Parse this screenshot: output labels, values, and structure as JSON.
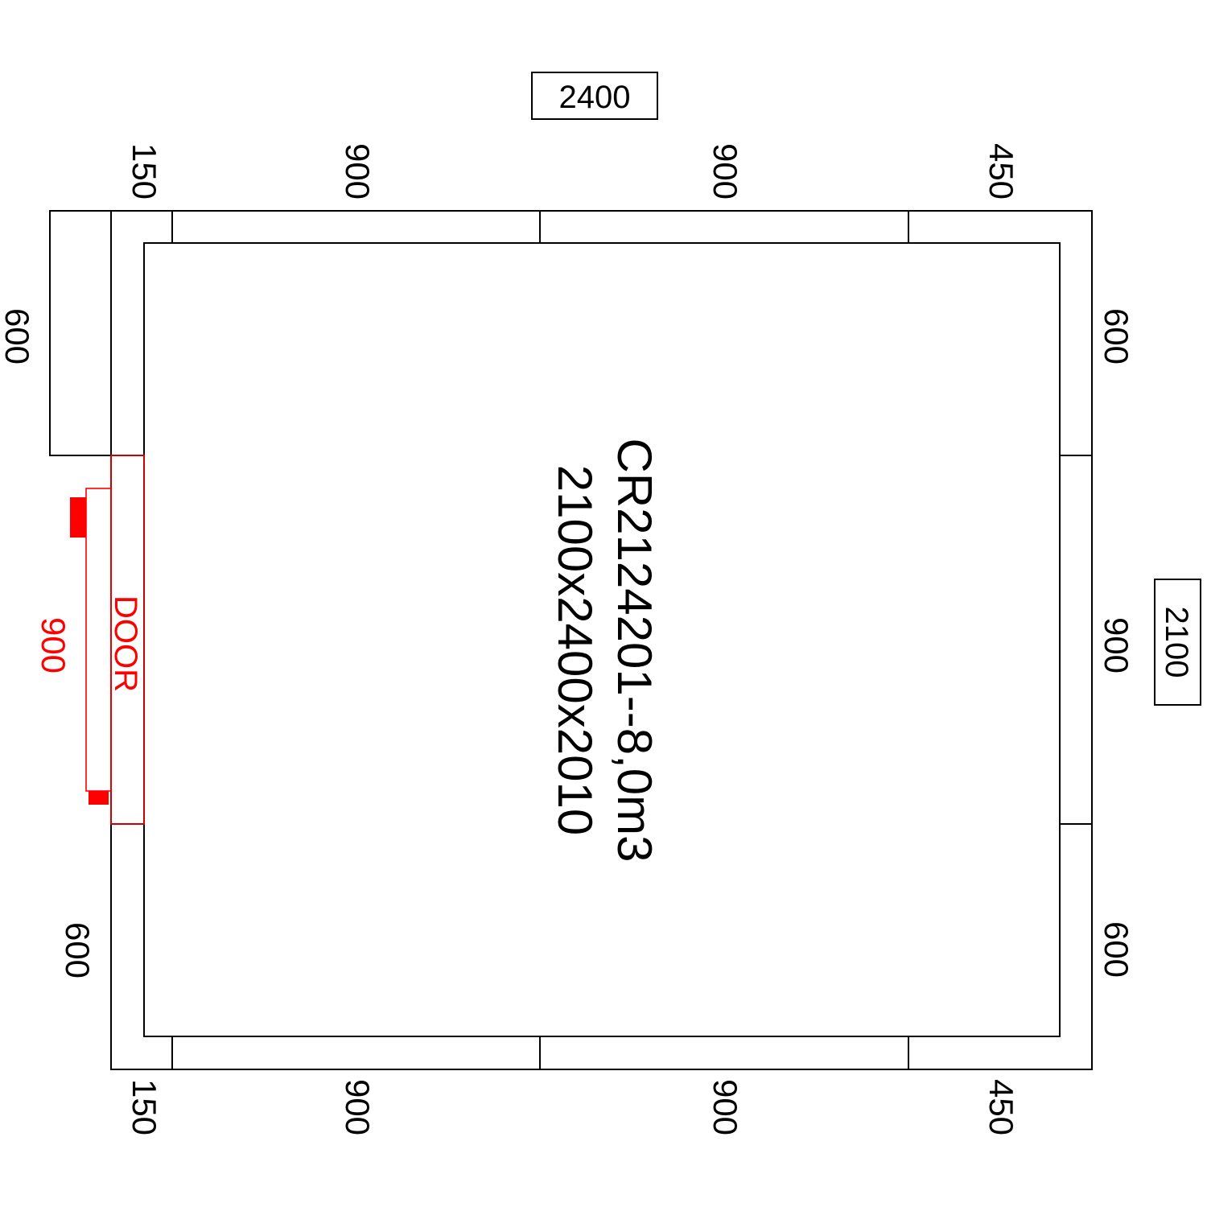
{
  "totals": {
    "width": "2400",
    "depth": "2100"
  },
  "top_dims": [
    "150",
    "900",
    "900",
    "450"
  ],
  "bottom_dims": [
    "150",
    "900",
    "900",
    "450"
  ],
  "left_dims": {
    "upper": "600",
    "door": "900",
    "lower": "600"
  },
  "right_dims": [
    "600",
    "900",
    "600"
  ],
  "door_label": "DOOR",
  "title": "CR2124201--8,0m3",
  "dimensions": "2100x2400x2010",
  "colors": {
    "line": "#000000",
    "door": "#ff0000"
  }
}
